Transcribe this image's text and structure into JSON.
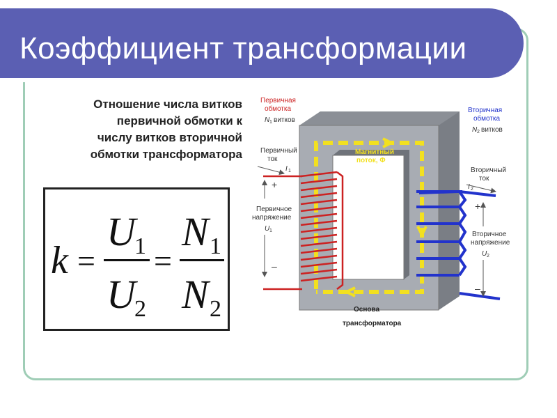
{
  "header": {
    "title": "Коэффициент трансформации"
  },
  "description": {
    "lines": [
      "Отношение числа витков",
      "первичной обмотки к",
      "числу витков вторичной",
      "обмотки трансформатора"
    ]
  },
  "formula": {
    "k": "k",
    "eq": "=",
    "u_num": "U",
    "u_num_sub": "1",
    "u_den": "U",
    "u_den_sub": "2",
    "n_num": "N",
    "n_num_sub": "1",
    "n_den": "N",
    "n_den_sub": "2"
  },
  "diagram": {
    "primary_winding": [
      "Первичная",
      "обмотка"
    ],
    "primary_turns": {
      "symbol": "N",
      "sub": "1",
      "text": "витков"
    },
    "secondary_winding": [
      "Вторичная",
      "обмотка"
    ],
    "secondary_turns": {
      "symbol": "N",
      "sub": "2",
      "text": "витков"
    },
    "primary_current": [
      "Первичный",
      "ток"
    ],
    "primary_current_symbol": {
      "symbol": "I",
      "sub": "1"
    },
    "secondary_current": [
      "Вторичный",
      "ток"
    ],
    "secondary_current_symbol": {
      "symbol": "I",
      "sub": "2"
    },
    "magnetic_flux": [
      "Магнитный",
      "поток, Φ"
    ],
    "primary_voltage": [
      "Первичное",
      "напряжение"
    ],
    "primary_voltage_symbol": {
      "symbol": "U",
      "sub": "1"
    },
    "secondary_voltage": [
      "Вторичное",
      "напряжение"
    ],
    "secondary_voltage_symbol": {
      "symbol": "U",
      "sub": "2"
    },
    "core": [
      "Основа",
      "трансформатора"
    ],
    "plus": "+",
    "minus": "–",
    "colors": {
      "primary": "#cc2222",
      "secondary": "#2233cc",
      "flux": "#f2e020",
      "core_face": "#a8acb3",
      "core_top": "#8b8f96"
    }
  }
}
